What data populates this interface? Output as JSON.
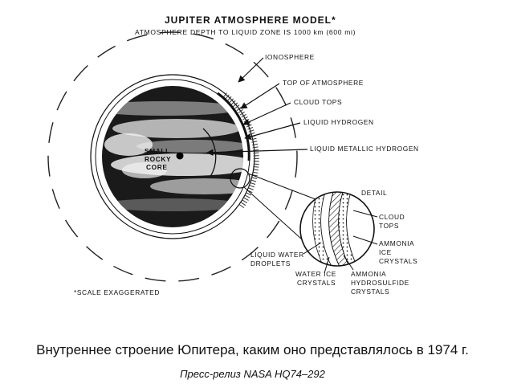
{
  "diagram": {
    "title": "JUPITER ATMOSPHERE MODEL*",
    "subtitle": "ATMOSPHERE DEPTH TO LIQUID ZONE IS 1000 km (600 mi)",
    "labels": {
      "ionosphere": "IONOSPHERE",
      "top_of_atmosphere": "TOP OF ATMOSPHERE",
      "cloud_tops": "CLOUD TOPS",
      "liquid_hydrogen": "LIQUID HYDROGEN",
      "liquid_metallic_hydrogen": "LIQUID METALLIC HYDROGEN",
      "core_line1": "SMALL",
      "core_line2": "ROCKY",
      "core_line3": "CORE",
      "detail": "DETAIL",
      "detail_cloud_line1": "CLOUD",
      "detail_cloud_line2": "TOPS",
      "ammonia_ice_line1": "AMMONIA",
      "ammonia_ice_line2": "ICE",
      "ammonia_ice_line3": "CRYSTALS",
      "liquid_water_line1": "LIQUID WATER",
      "liquid_water_line2": "DROPLETS",
      "water_ice_line1": "WATER ICE",
      "water_ice_line2": "CRYSTALS",
      "ammonia_hs_line1": "AMMONIA",
      "ammonia_hs_line2": "HYDROSULFIDE",
      "ammonia_hs_line3": "CRYSTALS",
      "scale_note": "*SCALE EXAGGERATED"
    }
  },
  "caption": {
    "main": "Внутреннее строение Юпитера, каким оно представлялось в 1974 г.",
    "source": "Пресс-релиз NASA HQ74–292"
  }
}
